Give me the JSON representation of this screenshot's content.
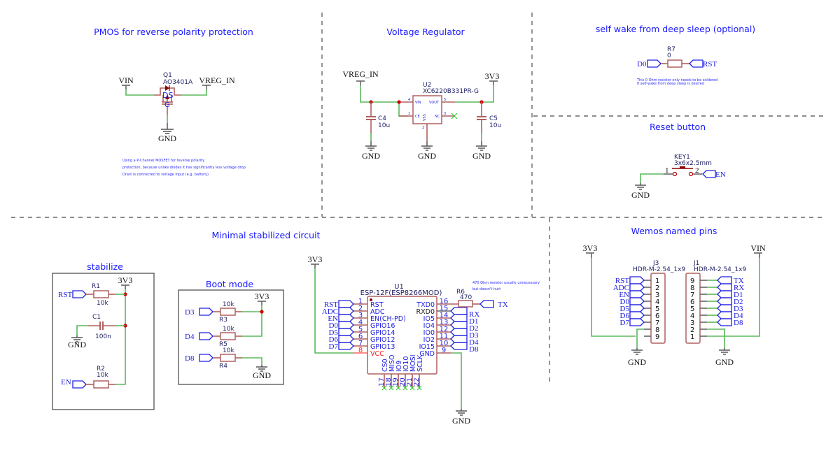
{
  "sections": {
    "pmos": {
      "title": "PMOS for reverse polarity protection",
      "q1_ref": "Q1",
      "q1_value": "AO3401A",
      "q1_pins_label": "DS",
      "q1_gate_label": "G",
      "net_left": "VIN",
      "net_right": "VREG_IN",
      "gnd": "GND",
      "notes": [
        "Using a P-Channel MOSFET for reverse polarity",
        "protection, because unlike diodes it has significantly less voltage drop",
        "Drain is connected to voltage input (e.g. battery)"
      ]
    },
    "regulator": {
      "title": "Voltage Regulator",
      "net_in": "VREG_IN",
      "net_out": "3V3",
      "u2_ref": "U2",
      "u2_value": "XC6220B331PR-G",
      "pins": [
        {
          "num": "4",
          "name": "VIN"
        },
        {
          "num": "1",
          "name": "CE"
        },
        {
          "num": "5",
          "name": "VOUT"
        },
        {
          "num": "3",
          "name": "NC"
        },
        {
          "num": "2",
          "name": "VSS"
        }
      ],
      "c4_ref": "C4",
      "c4_value": "10u",
      "c5_ref": "C5",
      "c5_value": "10u",
      "gnd": "GND"
    },
    "self_wake": {
      "title": "self wake from deep sleep (optional)",
      "r7_ref": "R7",
      "r7_value": "0",
      "flag_left": "D0",
      "flag_right": "RST",
      "notes": [
        "This 0 Ohm resistor only needs to be soldered",
        "if self-wake from deep sleep is desired"
      ]
    },
    "reset": {
      "title": "Reset button",
      "key_ref": "KEY1",
      "key_value": "3x6x2.5mm",
      "pin1": "1",
      "pin2": "2",
      "flag": "EN",
      "gnd": "GND"
    },
    "minimal": {
      "title": "Minimal stabilized circuit"
    },
    "stabilize": {
      "title": "stabilize",
      "net": "3V3",
      "gnd": "GND",
      "r1_ref": "R1",
      "r1_value": "10k",
      "r1_flag": "RST",
      "c1_ref": "C1",
      "c1_value": "100n",
      "r2_ref": "R2",
      "r2_value": "10k",
      "r2_flag": "EN"
    },
    "boot": {
      "title": "Boot mode",
      "net": "3V3",
      "gnd": "GND",
      "rows": [
        {
          "flag": "D3",
          "ref": "R3",
          "value": "10k"
        },
        {
          "flag": "D4",
          "ref": "R5",
          "value": "10k"
        },
        {
          "flag": "D8",
          "ref": "R4",
          "value": "10k"
        }
      ]
    },
    "esp": {
      "net": "3V3",
      "gnd": "GND",
      "u1_ref": "U1",
      "u1_value": "ESP-12F(ESP8266MOD)",
      "left_pins": [
        {
          "num": "1",
          "name": "RST",
          "flag": "RST"
        },
        {
          "num": "2",
          "name": "ADC",
          "flag": "ADC"
        },
        {
          "num": "3",
          "name": "EN(CH-PD)",
          "flag": "EN"
        },
        {
          "num": "4",
          "name": "GPIO16",
          "flag": "D0"
        },
        {
          "num": "5",
          "name": "GPIO14",
          "flag": "D5"
        },
        {
          "num": "6",
          "name": "GPIO12",
          "flag": "D6"
        },
        {
          "num": "7",
          "name": "GPIO13",
          "flag": "D7"
        },
        {
          "num": "8",
          "name": "VCC",
          "flag": ""
        }
      ],
      "right_pins": [
        {
          "num": "16",
          "name": "TXD0",
          "flag": ""
        },
        {
          "num": "15",
          "name": "RXD0",
          "flag": "RX"
        },
        {
          "num": "14",
          "name": "IO5",
          "flag": "D1"
        },
        {
          "num": "13",
          "name": "IO4",
          "flag": "D2"
        },
        {
          "num": "12",
          "name": "IO0",
          "flag": "D3"
        },
        {
          "num": "11",
          "name": "IO2",
          "flag": "D4"
        },
        {
          "num": "10",
          "name": "IO15",
          "flag": "D8"
        },
        {
          "num": "9",
          "name": "GND",
          "flag": ""
        }
      ],
      "bottom_pins": [
        {
          "num": "17",
          "name": "CS0"
        },
        {
          "num": "18",
          "name": "MISO"
        },
        {
          "num": "19",
          "name": "IO9"
        },
        {
          "num": "20",
          "name": "IO10"
        },
        {
          "num": "21",
          "name": "MOSI"
        },
        {
          "num": "22",
          "name": "SCLK"
        }
      ],
      "r6_ref": "R6",
      "r6_value": "470",
      "tx_flag": "TX",
      "notes": [
        "470 Ohm resistor usually unnecessary",
        "but doesn't hurt"
      ]
    },
    "wemos": {
      "title": "Wemos named pins",
      "net_left": "3V3",
      "net_right": "VIN",
      "gnd": "GND",
      "j3_ref": "J3",
      "j3_value": "HDR-M-2.54_1x9",
      "j1_ref": "J1",
      "j1_value": "HDR-M-2.54_1x9",
      "j3_pins": [
        {
          "num": "1",
          "flag": "RST"
        },
        {
          "num": "2",
          "flag": "ADC"
        },
        {
          "num": "3",
          "flag": "EN"
        },
        {
          "num": "4",
          "flag": "D0"
        },
        {
          "num": "5",
          "flag": "D5"
        },
        {
          "num": "6",
          "flag": "D6"
        },
        {
          "num": "7",
          "flag": "D7"
        },
        {
          "num": "8",
          "flag": ""
        },
        {
          "num": "9",
          "flag": ""
        }
      ],
      "j1_pins": [
        {
          "num": "9",
          "flag": "TX"
        },
        {
          "num": "8",
          "flag": "RX"
        },
        {
          "num": "7",
          "flag": "D1"
        },
        {
          "num": "6",
          "flag": "D2"
        },
        {
          "num": "5",
          "flag": "D3"
        },
        {
          "num": "4",
          "flag": "D4"
        },
        {
          "num": "3",
          "flag": "D8"
        },
        {
          "num": "2",
          "flag": ""
        },
        {
          "num": "1",
          "flag": ""
        }
      ]
    }
  }
}
